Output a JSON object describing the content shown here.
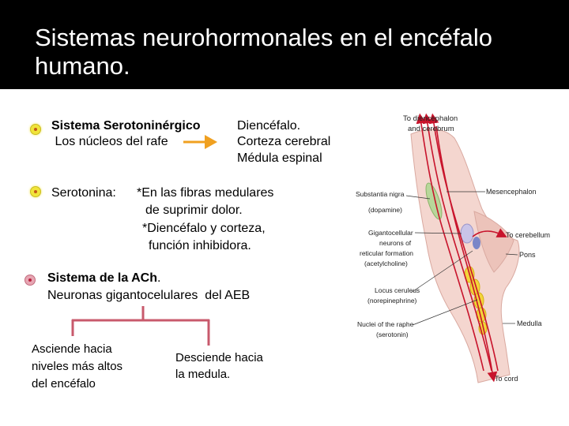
{
  "slide": {
    "title_line1": "Sistemas neurohormonales en el encéfalo",
    "title_line2": "humano."
  },
  "sections": {
    "serotoninergic": {
      "heading": "Sistema Serotoninérgico",
      "subline": " Los núcleos del rafe",
      "targets": [
        "Diencéfalo.",
        "Corteza cerebral",
        "Médula espinal"
      ]
    },
    "serotonin": {
      "label": "Serotonina:",
      "line1": "*En las fibras medulares",
      "line2": "de suprimir dolor.",
      "line3": "*Diencéfalo y corteza,",
      "line4": "función inhibidora."
    },
    "ach": {
      "heading": "Sistema de la ACh",
      "heading_period": ".",
      "subline": "Neuronas gigantocelulares  del AEB",
      "branch_left": [
        "Asciende hacia",
        "niveles más altos",
        "del encéfalo"
      ],
      "branch_right": [
        "Desciende hacia",
        "la medula."
      ]
    }
  },
  "brainstem_figure": {
    "labels": {
      "to_diencephalon": [
        "To diencephalon",
        "and cerebrum"
      ],
      "substantia_nigra": [
        "Substantia nigra",
        "(dopamine)"
      ],
      "mesencephalon": "Mesencephalon",
      "gigantocellular": [
        "Gigantocellular",
        "neurons of",
        "reticular formation",
        "(acetylcholine)"
      ],
      "to_cerebellum": "To cerebellum",
      "pons": "Pons",
      "locus_ceruleus": [
        "Locus ceruleus",
        "(norepinephrine)"
      ],
      "medulla": "Medulla",
      "raphe": [
        "Nuclei of the raphe",
        "(serotonin)"
      ],
      "to_cord": "To cord"
    }
  },
  "colors": {
    "title_band": "#000000",
    "title_text": "#ffffff",
    "arrow_orange": "#f0a020",
    "bracket_pink": "#c85a6c",
    "pathway_red": "#c8142c",
    "brainstem_pink": "#f4d6cf"
  }
}
